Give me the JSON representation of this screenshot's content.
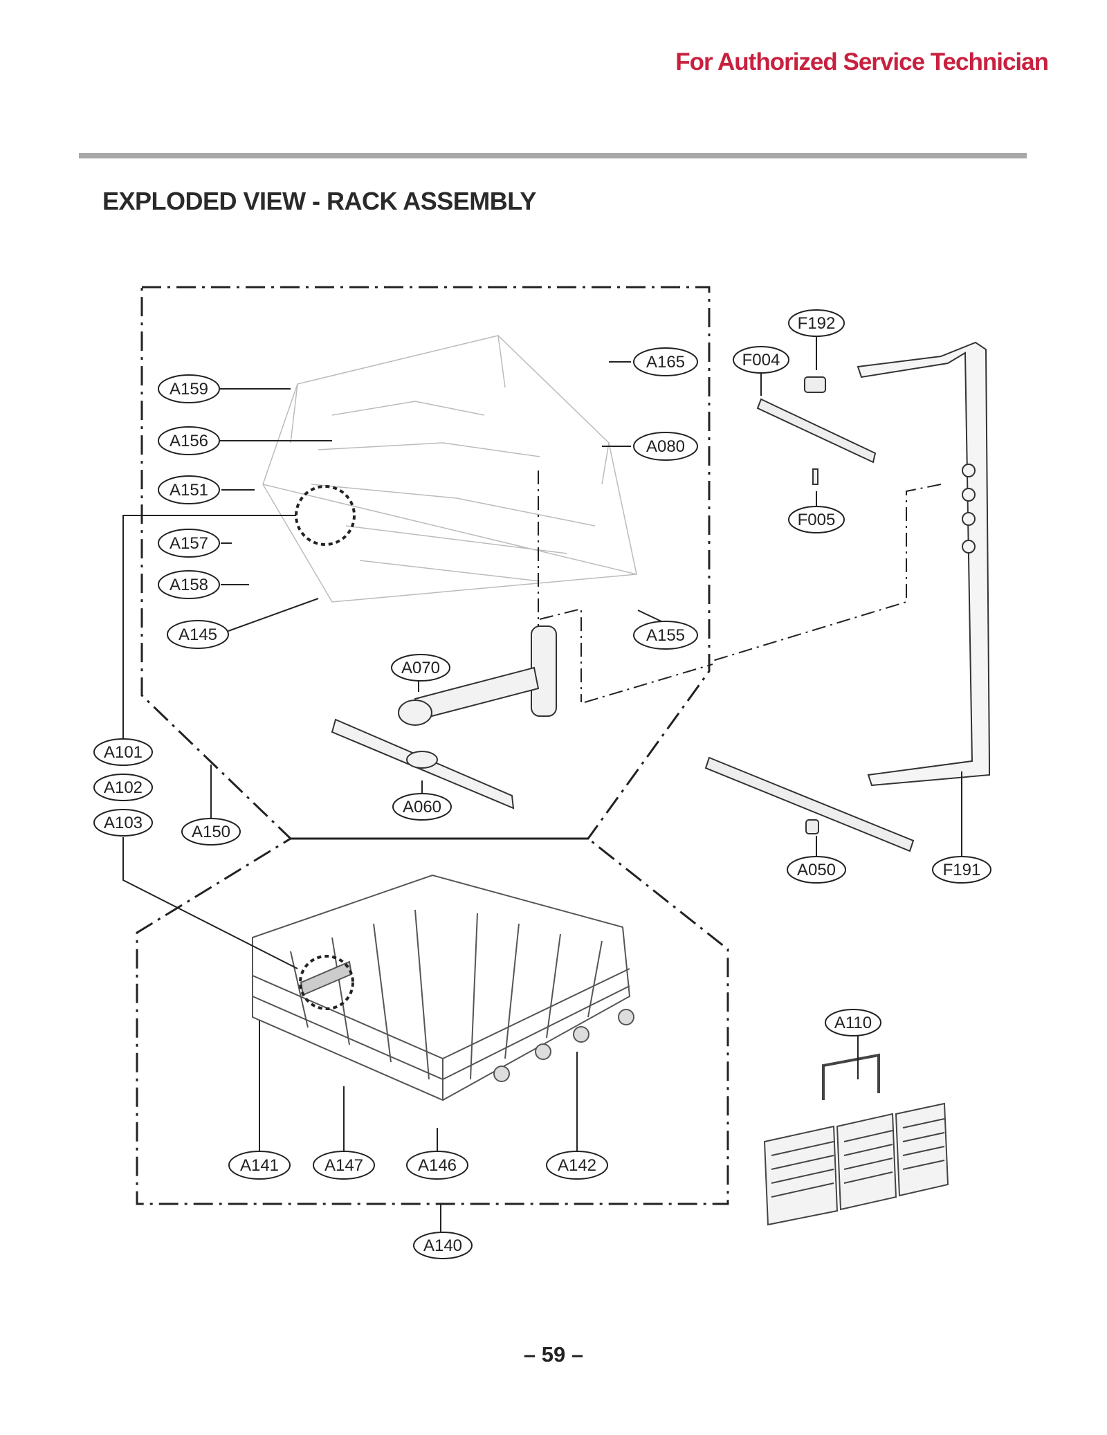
{
  "header": {
    "note": "For Authorized Service Technician"
  },
  "title": "EXPLODED VIEW - RACK ASSEMBLY",
  "page_number": "– 59 –",
  "colors": {
    "header_red": "#c8203f",
    "rule_gray": "#a8a8a8",
    "line": "#222222"
  },
  "callouts": [
    {
      "id": "A159",
      "label": "A159"
    },
    {
      "id": "A156",
      "label": "A156"
    },
    {
      "id": "A151",
      "label": "A151"
    },
    {
      "id": "A157",
      "label": "A157"
    },
    {
      "id": "A158",
      "label": "A158"
    },
    {
      "id": "A145",
      "label": "A145"
    },
    {
      "id": "A165",
      "label": "A165"
    },
    {
      "id": "A080",
      "label": "A080"
    },
    {
      "id": "A155",
      "label": "A155"
    },
    {
      "id": "A070",
      "label": "A070"
    },
    {
      "id": "A060",
      "label": "A060"
    },
    {
      "id": "A101",
      "label": "A101"
    },
    {
      "id": "A102",
      "label": "A102"
    },
    {
      "id": "A103",
      "label": "A103"
    },
    {
      "id": "A150",
      "label": "A150"
    },
    {
      "id": "F192",
      "label": "F192"
    },
    {
      "id": "F004",
      "label": "F004"
    },
    {
      "id": "F005",
      "label": "F005"
    },
    {
      "id": "A050",
      "label": "A050"
    },
    {
      "id": "F191",
      "label": "F191"
    },
    {
      "id": "A110",
      "label": "A110"
    },
    {
      "id": "A141",
      "label": "A141"
    },
    {
      "id": "A147",
      "label": "A147"
    },
    {
      "id": "A146",
      "label": "A146"
    },
    {
      "id": "A142",
      "label": "A142"
    },
    {
      "id": "A140",
      "label": "A140"
    }
  ]
}
